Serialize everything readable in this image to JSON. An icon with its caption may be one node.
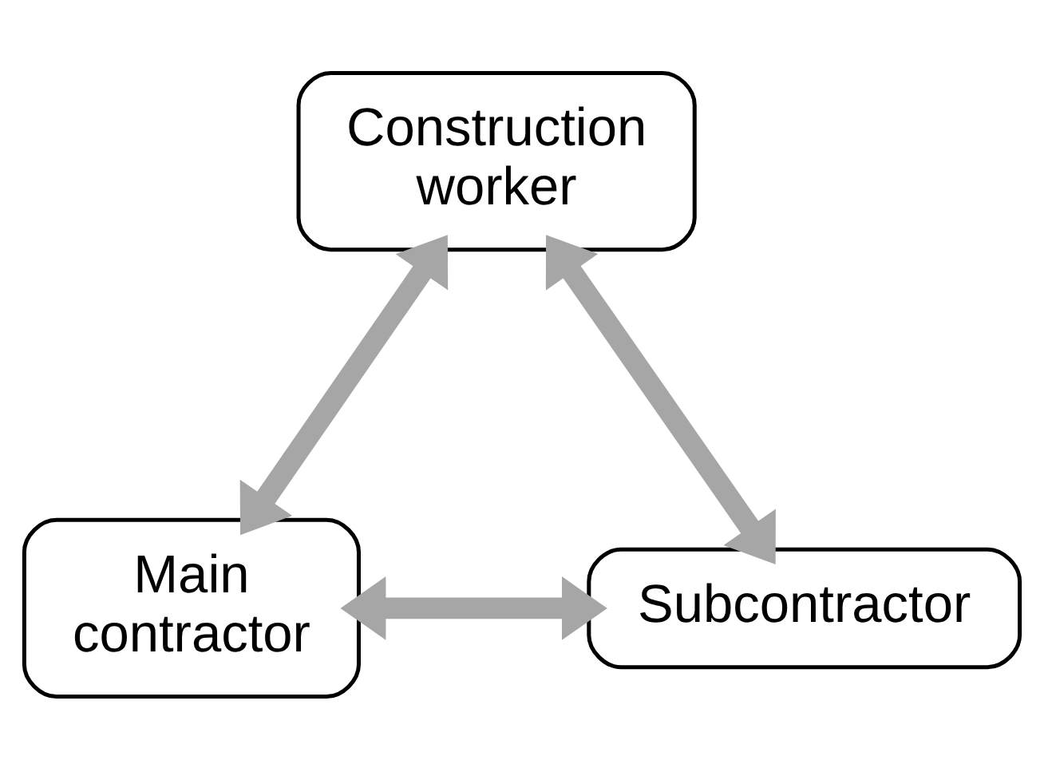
{
  "diagram": {
    "nodes": [
      {
        "text": [
          "Construction worker"
        ]
      },
      {
        "text": [
          "Main contractor"
        ]
      },
      {
        "text": [
          "Subcontractor"
        ]
      }
    ],
    "edges": [
      {
        "from": 0,
        "to": 1,
        "arrow": "both"
      },
      {
        "from": 0,
        "to": 2,
        "arrow": "both"
      },
      {
        "from": 1,
        "to": 2,
        "arrow": "both"
      }
    ]
  }
}
